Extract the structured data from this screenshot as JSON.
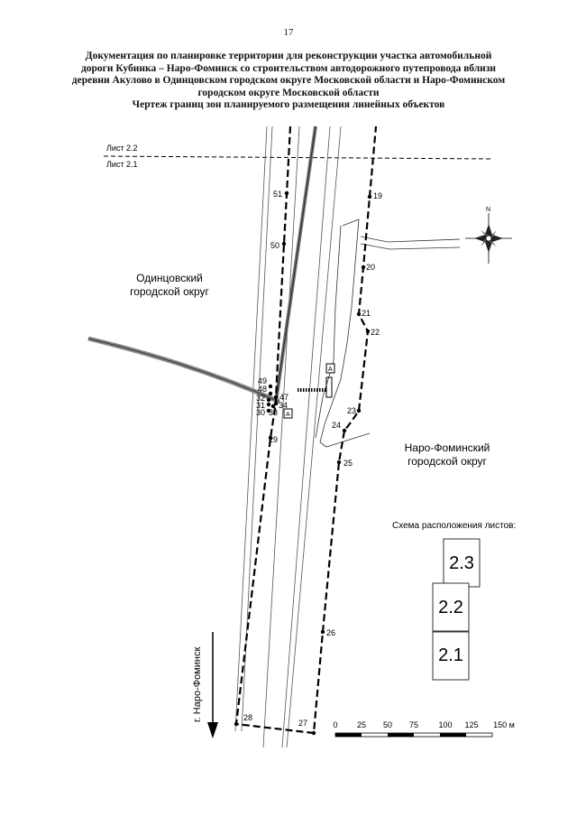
{
  "page_number": "17",
  "header": {
    "lines": [
      "Документация по планировке территории для реконструкции участка автомобильной",
      "дороги Кубинка – Наро-Фоминск со строительством автодорожного путепровода вблизи",
      "деревни Акулово в Одинцовском городском округе Московской области и Наро-Фоминском",
      "городском округе Московской области"
    ],
    "drawing_title": "Чертеж границ зон планируемого размещения линейных объектов"
  },
  "sheet_lines": {
    "upper": "Лист 2.2",
    "lower": "Лист 2.1"
  },
  "districts": {
    "west": [
      "Одинцовский",
      "городской округ"
    ],
    "east": [
      "Наро-Фоминский",
      "городской округ"
    ]
  },
  "direction_label": "г. Наро-Фоминск",
  "compass_label": "N",
  "boundary_points": [
    {
      "id": "51",
      "label": "51"
    },
    {
      "id": "50",
      "label": "50"
    },
    {
      "id": "49",
      "label": "49"
    },
    {
      "id": "48",
      "label": "48"
    },
    {
      "id": "47",
      "label": "47"
    },
    {
      "id": "34",
      "label": "34"
    },
    {
      "id": "33",
      "label": "33"
    },
    {
      "id": "32",
      "label": "32"
    },
    {
      "id": "31",
      "label": "31"
    },
    {
      "id": "30",
      "label": "30"
    },
    {
      "id": "29",
      "label": "29"
    },
    {
      "id": "28",
      "label": "28"
    },
    {
      "id": "27",
      "label": "27"
    },
    {
      "id": "26",
      "label": "26"
    },
    {
      "id": "25",
      "label": "25"
    },
    {
      "id": "24",
      "label": "24"
    },
    {
      "id": "23",
      "label": "23"
    },
    {
      "id": "22",
      "label": "22"
    },
    {
      "id": "21",
      "label": "21"
    },
    {
      "id": "20",
      "label": "20"
    },
    {
      "id": "19",
      "label": "19"
    }
  ],
  "bus_stop_marker": "А",
  "scale_bar": {
    "ticks": [
      "0",
      "25",
      "50",
      "75",
      "100",
      "125",
      "150 м"
    ]
  },
  "sheet_scheme": {
    "title": "Схема расположения листов:",
    "sheets": [
      "2.3",
      "2.2",
      "2.1"
    ]
  }
}
